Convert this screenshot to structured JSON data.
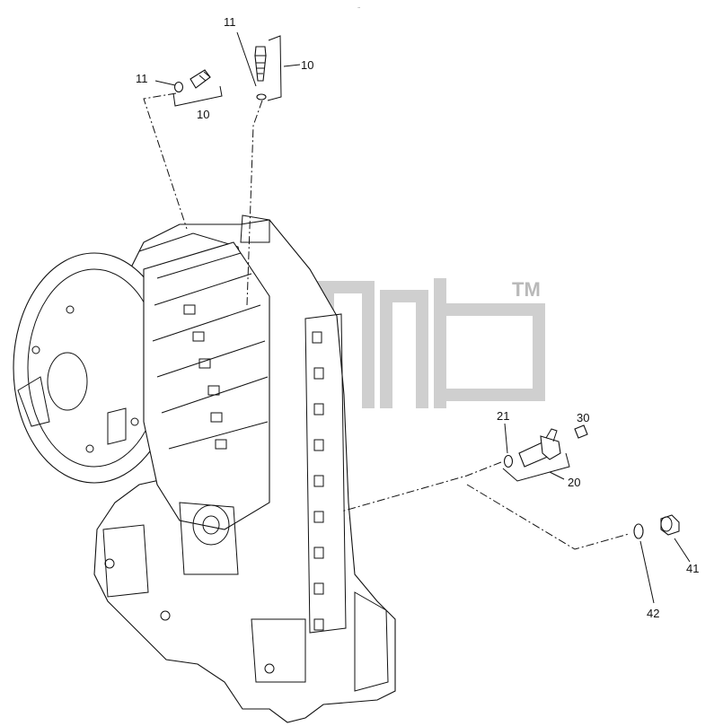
{
  "header": {
    "tiny_mark": "~"
  },
  "watermark": {
    "trademark": "TM"
  },
  "callouts": {
    "c11_top": "11",
    "c10_top": "10",
    "c11_left": "11",
    "c10_left": "10",
    "c21": "21",
    "c30": "30",
    "c20": "20",
    "c41": "41",
    "c42": "42"
  }
}
